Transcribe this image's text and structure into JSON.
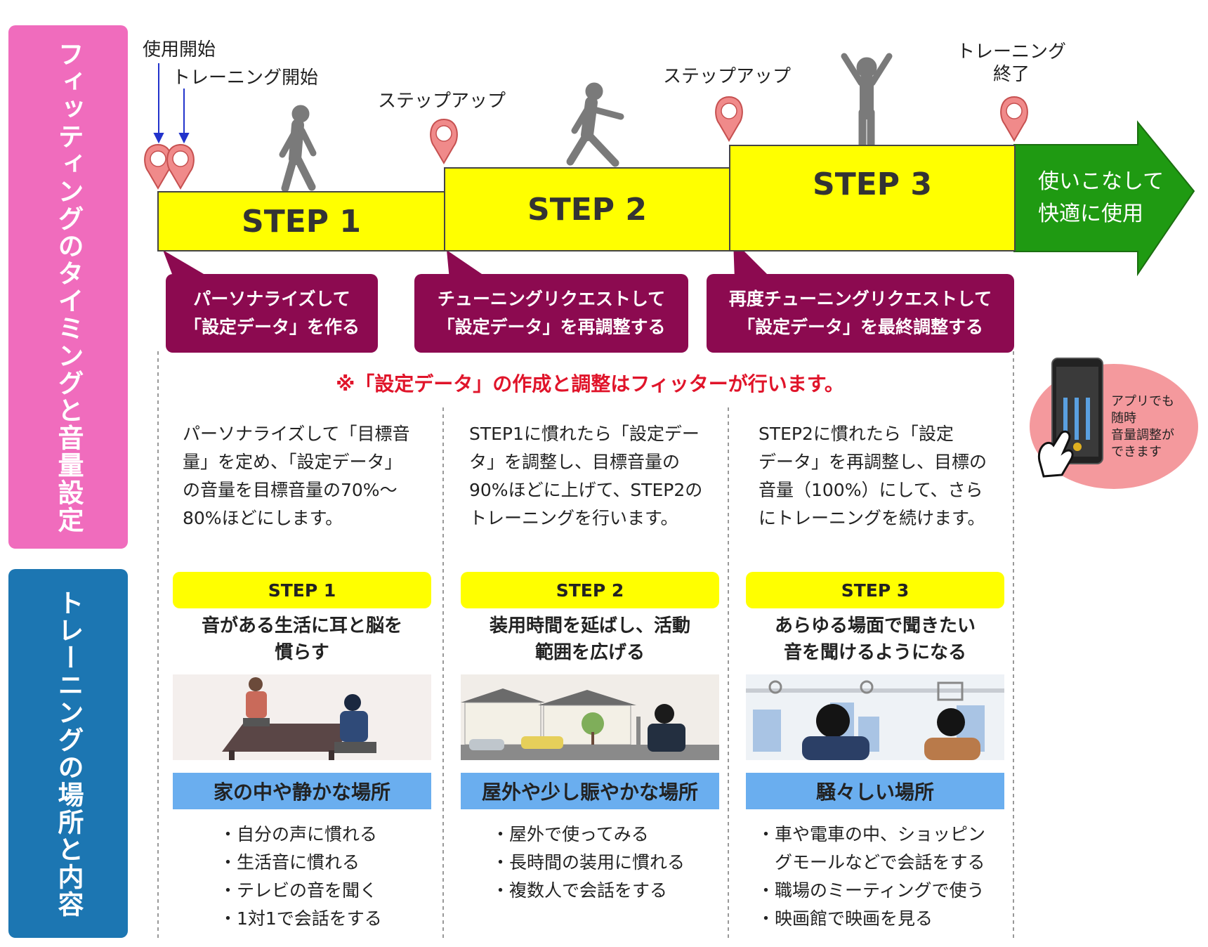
{
  "side_labels": {
    "top_col1": "フィッティングのタイミングと",
    "top_col2": "音量設定",
    "bottom_col1": "トレーニングの",
    "bottom_col2": "場所と内容"
  },
  "timeline": {
    "start_label": "使用開始",
    "training_start_label": "トレーニング開始",
    "step_up_1": "ステップアップ",
    "step_up_2": "ステップアップ",
    "training_end_line1": "トレーニング",
    "training_end_line2": "終了",
    "steps": [
      "STEP 1",
      "STEP 2",
      "STEP 3"
    ],
    "arrow_line1": "使いこなして",
    "arrow_line2": "快適に使用",
    "colors": {
      "step": "#ffff00",
      "arrow": "#1f9a12",
      "pin": "#f08a8a",
      "bubble": "#8c0a50"
    }
  },
  "bubbles": [
    {
      "line1": "パーソナライズして",
      "line2": "「設定データ」を作る"
    },
    {
      "line1": "チューニングリクエストして",
      "line2": "「設定データ」を再調整する"
    },
    {
      "line1": "再度チューニングリクエストして",
      "line2": "「設定データ」を最終調整する"
    }
  ],
  "note": "※「設定データ」の作成と調整はフィッターが行います。",
  "descriptions": [
    [
      "パーソナライズして「目標音",
      "量」を定め、「設定データ」",
      "の音量を目標音量の70%～",
      "80%ほどにします。"
    ],
    [
      "STEP1に慣れたら「設定デー",
      "タ」を調整し、目標音量の",
      "90%ほどに上げて、STEP2の",
      "トレーニングを行います。"
    ],
    [
      "STEP2に慣れたら「設定",
      "データ」を再調整し、目標の",
      "音量（100%）にして、さら",
      "にトレーニングを続けます。"
    ]
  ],
  "app_note": [
    "アプリでも",
    "随時",
    "音量調整が",
    "できます"
  ],
  "training": [
    {
      "step": "STEP 1",
      "goal": [
        "音がある生活に耳と脳を",
        "慣らす"
      ],
      "place": "家の中や静かな場所",
      "items": [
        "・自分の声に慣れる",
        "・生活音に慣れる",
        "・テレビの音を聞く",
        "・1対1で会話をする"
      ]
    },
    {
      "step": "STEP 2",
      "goal": [
        "装用時間を延ばし、活動",
        "範囲を広げる"
      ],
      "place": "屋外や少し賑やかな場所",
      "items": [
        "・屋外で使ってみる",
        "・長時間の装用に慣れる",
        "・複数人で会話をする"
      ]
    },
    {
      "step": "STEP 3",
      "goal": [
        "あらゆる場面で聞きたい",
        "音を聞けるようになる"
      ],
      "place": "騒々しい場所",
      "items": [
        "・車や電車の中、ショッピン",
        "　グモールなどで会話をする",
        "・職場のミーティングで使う",
        "・映画館で映画を見る"
      ]
    }
  ]
}
